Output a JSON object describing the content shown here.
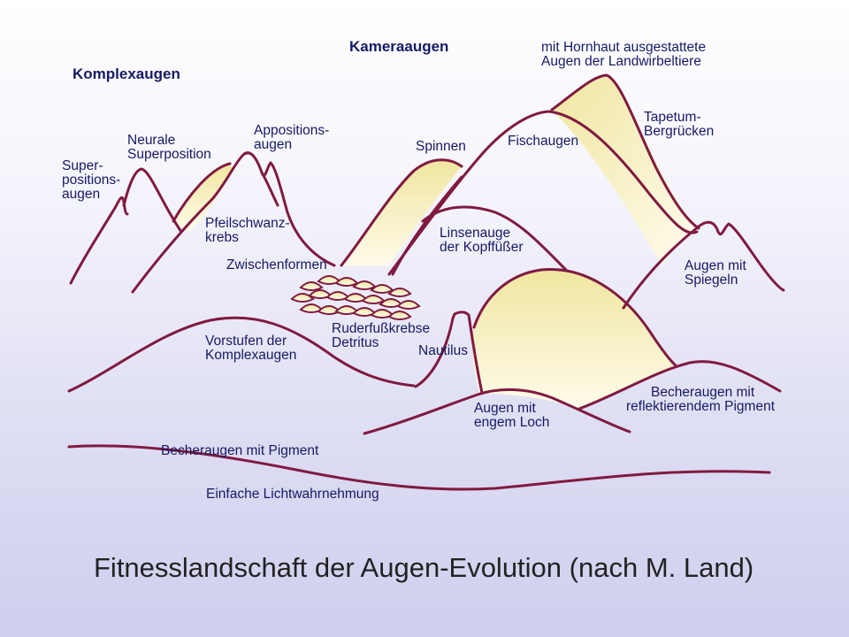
{
  "title": "Fitnesslandschaft der Augen-Evolution (nach M. Land)",
  "colors": {
    "curve": "#801a40",
    "fill": "#f3eca8",
    "fill_light": "#fffbe6",
    "text": "#151a63"
  },
  "headers": {
    "komplexaugen": "Komplexaugen",
    "kameraaugen": "Kameraaugen"
  },
  "labels": {
    "superposition": [
      "Super-",
      "positions-",
      "augen"
    ],
    "neurale": [
      "Neurale",
      "Superposition"
    ],
    "appositions": [
      "Appositions-",
      "augen"
    ],
    "pfeilschwanz": [
      "Pfeilschwanz-",
      "krebs"
    ],
    "zwischenformen": "Zwischenformen",
    "spinnen": "Spinnen",
    "fischaugen": "Fischaugen",
    "hornhaut": [
      "mit Hornhaut ausgestattete",
      "Augen der Landwirbeltiere"
    ],
    "tapetum": [
      "Tapetum-",
      "Bergrücken"
    ],
    "linsenauge": [
      "Linsenauge",
      "der Kopffüßer"
    ],
    "spiegeln": [
      "Augen mit",
      "Spiegeln"
    ],
    "ruderfuss": [
      "Ruderfußkrebse",
      "Detritus"
    ],
    "vorstufen": [
      "Vorstufen der",
      "Komplexaugen"
    ],
    "nautilus": "Nautilus",
    "engem_loch": [
      "Augen mit",
      "engem Loch"
    ],
    "becheraugen_reflekt": [
      "Becheraugen mit",
      "reflektierendem Pigment"
    ],
    "becheraugen_pigment": "Becheraugen mit Pigment",
    "lichtwahrnehmung": "Einfache Lichtwahrnehmung"
  }
}
